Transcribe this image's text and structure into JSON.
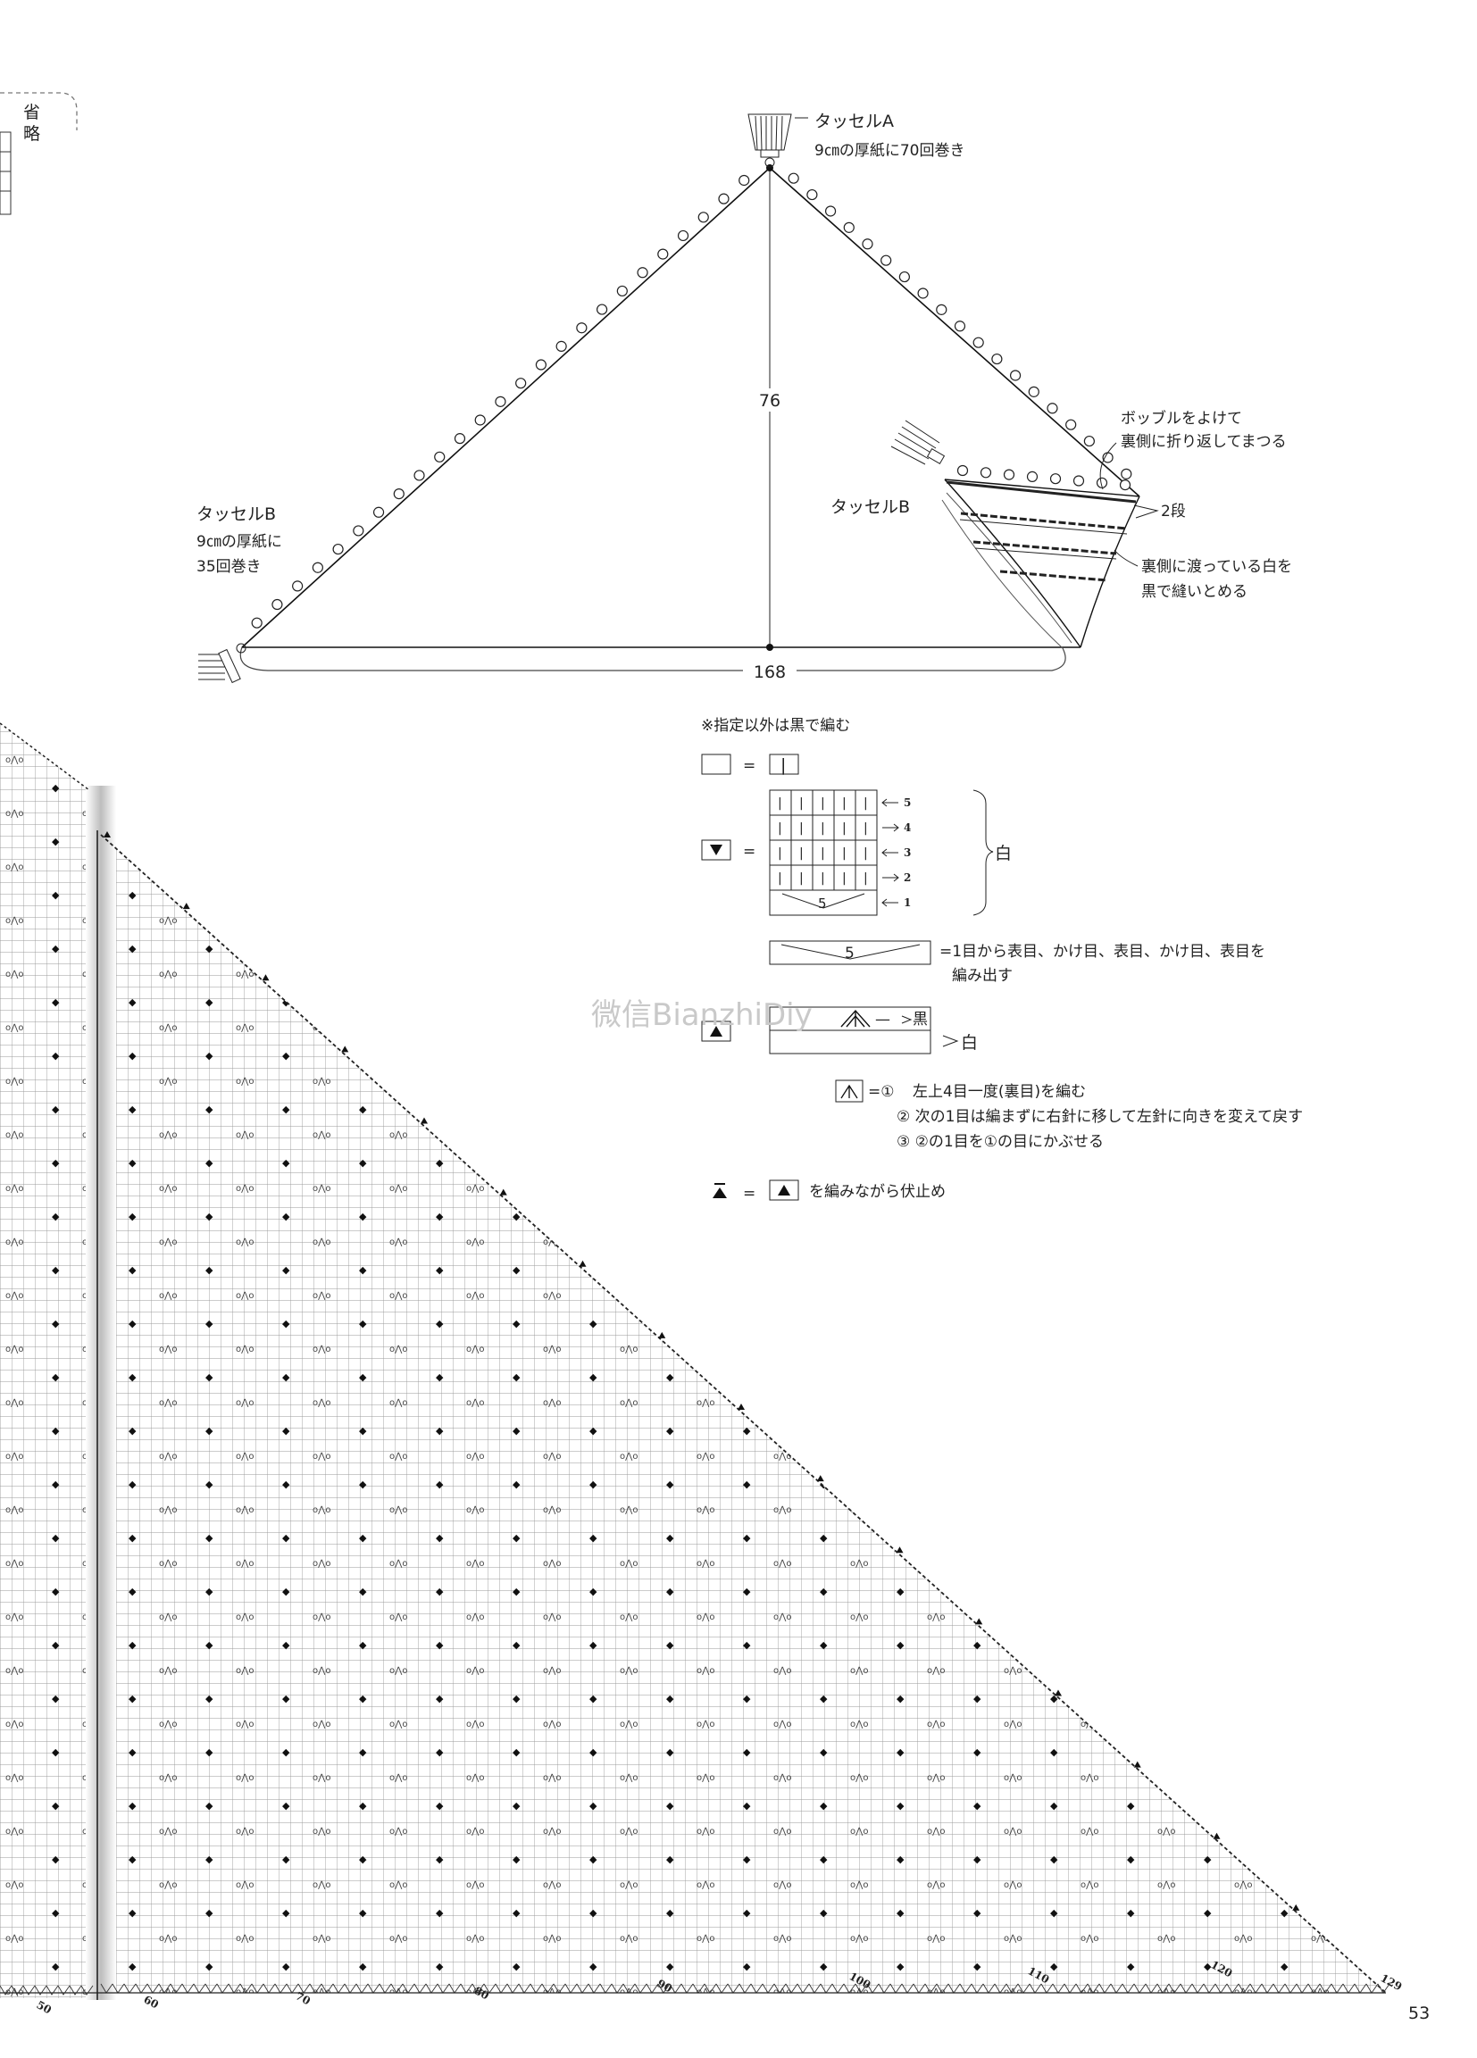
{
  "shawl": {
    "tassel_a": {
      "label": "タッセルA",
      "note": "9㎝の厚紙に70回巻き"
    },
    "tassel_b_left": {
      "label": "タッセルB",
      "note1": "9㎝の厚紙に",
      "note2": "35回巻き"
    },
    "height": "76",
    "width": "168",
    "tassel_b_detail": "タッセルB",
    "bobble_note1": "ボッブルをよけて",
    "bobble_note2": "裏側に折り返してまつる",
    "rows": "2段",
    "sew_note1": "裏側に渡っている白を",
    "sew_note2": "黒で縫いとめる"
  },
  "corner_fragment": {
    "text1": "省",
    "text2": "略"
  },
  "legend": {
    "note": "※指定以外は黒で編む",
    "equals": "=",
    "knit_symbol": "|",
    "bobble_rows": [
      "5",
      "4",
      "3",
      "2",
      "1"
    ],
    "bobble_color": "白",
    "five": "5",
    "increase_desc1": "=1目から表目、かけ目、表目、かけ目、表目を",
    "increase_desc2": "編み出す",
    "black": "黒",
    "white": "白",
    "decrease_eq": "=①",
    "decrease_step1": "左上4目一度(裏目)を編む",
    "decrease_step2": "② 次の1目は編まずに右針に移して左針に向きを変えて戻す",
    "decrease_step3": "③ ②の1目を①の目にかぶせる",
    "bindoff_desc": "を編みながら伏止め"
  },
  "watermark": "微信BianzhiDiy",
  "chart": {
    "stitch_numbers": [
      "50",
      "60",
      "70",
      "80",
      "90",
      "100",
      "110",
      "120",
      "129"
    ]
  },
  "page_number": "53"
}
